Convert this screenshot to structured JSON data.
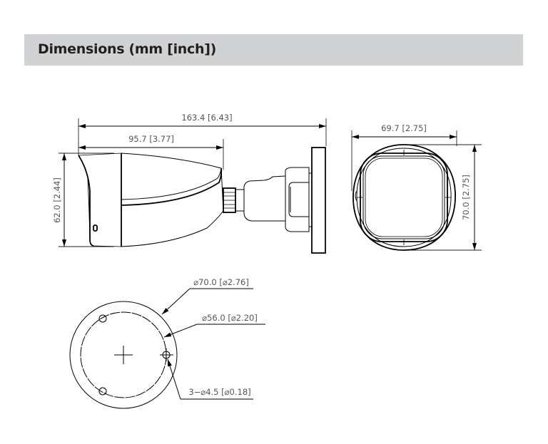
{
  "header": {
    "title": "Dimensions (mm [inch])",
    "background": "#d1d2d4"
  },
  "side_view": {
    "overall_length": "163.4 [6.43]",
    "body_length": "95.7 [3.77]",
    "height": "62.0 [2.44]"
  },
  "front_view": {
    "width": "69.7 [2.75]",
    "height": "70.0 [2.75]"
  },
  "base_view": {
    "outer_diameter": "⌀70.0 [⌀2.76]",
    "hole_circle_diameter": "⌀56.0 [⌀2.20]",
    "mounting_holes": "3−⌀4.5 [⌀0.18]"
  }
}
